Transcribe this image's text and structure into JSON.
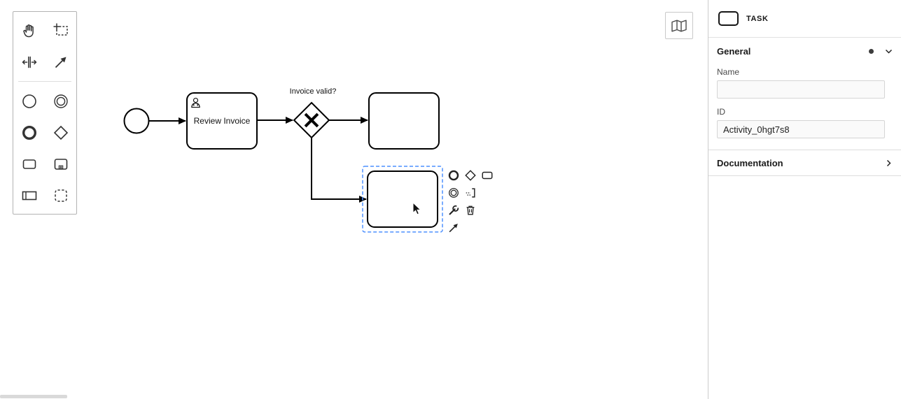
{
  "canvas": {
    "elements": {
      "start_event": {
        "type": "start-event"
      },
      "review_task": {
        "type": "user-task",
        "label": "Review Invoice"
      },
      "gateway": {
        "type": "exclusive-gateway",
        "label": "Invoice valid?"
      },
      "task_right": {
        "type": "task",
        "label": ""
      },
      "task_selected": {
        "type": "task",
        "label": "",
        "selected": true
      }
    }
  },
  "palette": {
    "items": [
      "hand-tool",
      "lasso-tool",
      "space-tool",
      "global-connect-tool",
      "create-start-event",
      "create-intermediate-event",
      "create-end-event",
      "create-gateway",
      "create-task",
      "create-subprocess-expanded",
      "create-participant",
      "create-group"
    ]
  },
  "context_pad": {
    "actions": [
      "append-end-event",
      "append-gateway",
      "append-task",
      "append-intermediate-event",
      "append-text-annotation",
      "change-element",
      "delete",
      "connect"
    ]
  },
  "toolbar": {
    "minimap_icon": "map-icon"
  },
  "properties_panel": {
    "element_type_label": "TASK",
    "general": {
      "title": "General",
      "name_label": "Name",
      "name_value": "",
      "id_label": "ID",
      "id_value": "Activity_0hgt7s8"
    },
    "documentation": {
      "title": "Documentation"
    }
  },
  "colors": {
    "selection_stroke": "#4d90ff",
    "shape_stroke": "#000000"
  }
}
